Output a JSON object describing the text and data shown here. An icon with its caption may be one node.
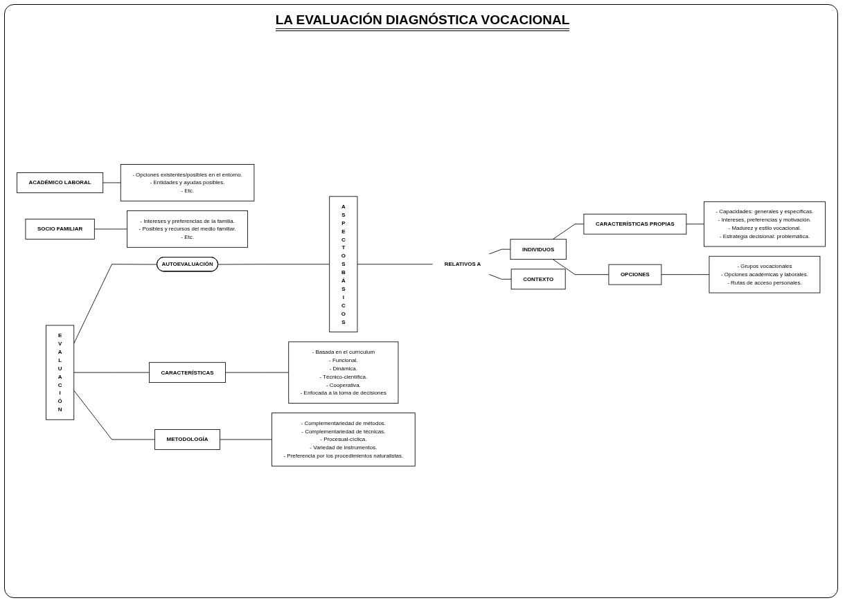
{
  "diagram": {
    "title": "LA EVALUACIÓN DIAGNÓSTICA VOCACIONAL",
    "nodes": [
      {
        "text": [
          "EVALUACIÓN"
        ]
      },
      {
        "text": [
          "AUTOEVALUACIÓN"
        ]
      },
      {
        "text": [
          "ASPECTOS BÁSICOS"
        ]
      },
      {
        "text": [
          "RELATIVOS A"
        ]
      },
      {
        "text": [
          "INDIVIDUOS"
        ]
      },
      {
        "text": [
          "CARACTERÍSTICAS PROPIAS"
        ]
      },
      {
        "text": [
          "- Capacidades: generales y específicas.",
          "- Intereses, preferencias y motivación.",
          "- Madurez y estilo vocacional.",
          "- Estrategia decisional: problemática."
        ]
      },
      {
        "text": [
          "OPCIONES"
        ]
      },
      {
        "text": [
          "- Grupos vocacionales",
          "- Opciones académicas y laborales.",
          "- Rutas de acceso personales."
        ]
      },
      {
        "text": [
          "CONTEXTO"
        ]
      },
      {
        "text": [
          "ACADÉMICO LABORAL"
        ]
      },
      {
        "text": [
          "- Opciones existentes/posibles en el entorno.",
          "- Entidades y ayudas posibles.",
          "- Etc."
        ]
      },
      {
        "text": [
          "SOCIO FAMILIAR"
        ]
      },
      {
        "text": [
          "- Intereses y preferencias de la familia.",
          "- Posibles y recursos del medio familiar.",
          "- Etc."
        ]
      },
      {
        "text": [
          "CARACTERÍSTICAS"
        ]
      },
      {
        "text": [
          "- Basada en el currículum",
          "- Funcional.",
          "- Dinámica.",
          "- Técnico-científica.",
          "- Cooperativa.",
          "- Enfocada a la toma de decisiones"
        ]
      },
      {
        "text": [
          "METODOLOGÍA"
        ]
      },
      {
        "text": [
          "- Complementariedad de métodos.",
          "- Complementariedad de técnicas.",
          "- Procesual-cíclica.",
          "- Variedad de instrumentos.",
          "- Preferencia por los procedimientos naturalistas."
        ]
      }
    ],
    "edges": [
      {
        "from": 0,
        "to": 1,
        "arrow": "none"
      },
      {
        "from": 1,
        "to": 2,
        "arrow": "none"
      },
      {
        "from": 2,
        "to": 3,
        "arrow": "none"
      },
      {
        "from": 3,
        "to": 4,
        "arrow": "none"
      },
      {
        "from": 3,
        "to": 9,
        "arrow": "none"
      },
      {
        "from": 4,
        "to": 5,
        "arrow": "none"
      },
      {
        "from": 4,
        "to": 7,
        "arrow": "none"
      },
      {
        "from": 5,
        "to": 6,
        "arrow": "none"
      },
      {
        "from": 7,
        "to": 8,
        "arrow": "none"
      },
      {
        "from": 10,
        "to": 11,
        "arrow": "none"
      },
      {
        "from": 12,
        "to": 13,
        "arrow": "none"
      },
      {
        "from": 0,
        "to": 14,
        "arrow": "none"
      },
      {
        "from": 0,
        "to": 16,
        "arrow": "none"
      },
      {
        "from": 14,
        "to": 15,
        "arrow": "none"
      },
      {
        "from": 16,
        "to": 17,
        "arrow": "none"
      }
    ]
  }
}
